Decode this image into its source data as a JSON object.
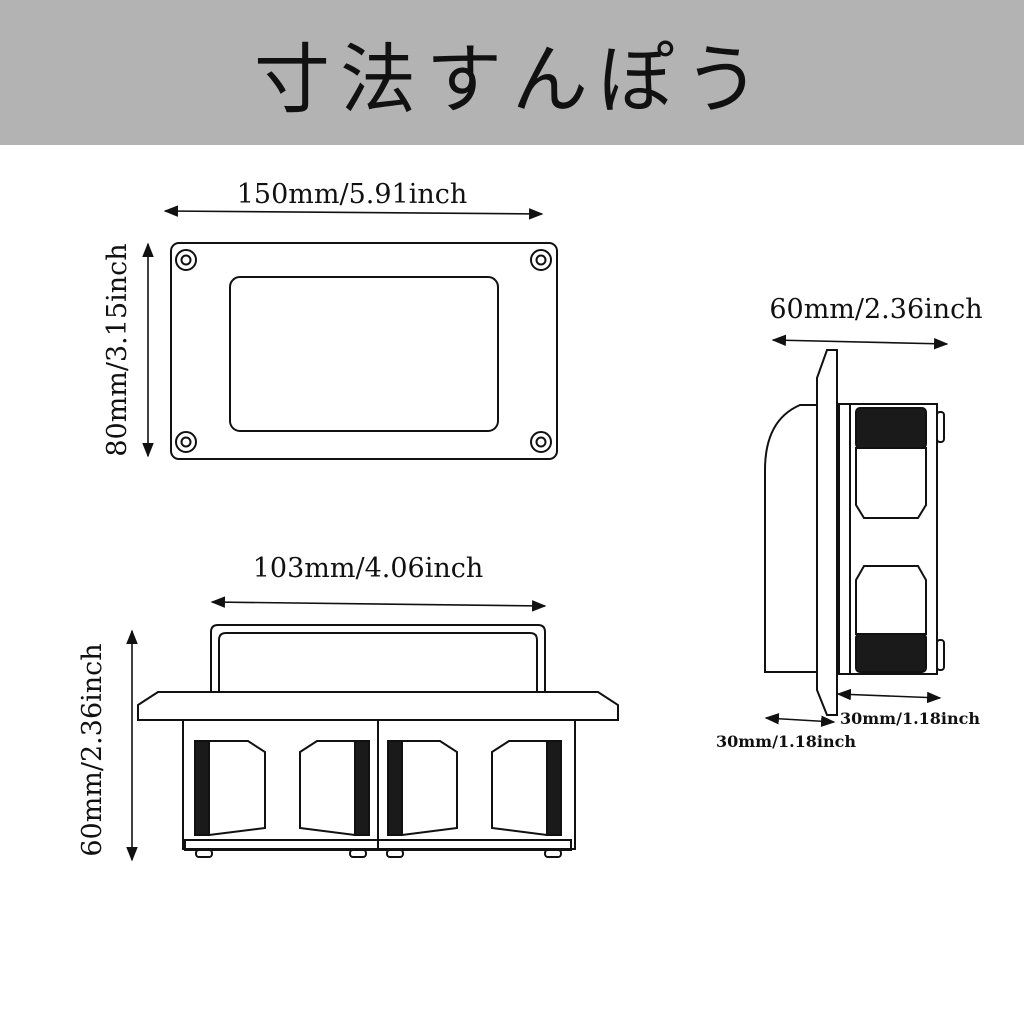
{
  "header": {
    "title": "寸法すんぽう"
  },
  "front_view": {
    "width_label": "150mm/5.91inch",
    "height_label": "80mm/3.15inch"
  },
  "bottom_view": {
    "width_label": "103mm/4.06inch",
    "height_label": "60mm/2.36inch"
  },
  "side_view": {
    "width_label": "60mm/2.36inch",
    "depth_back_label": "30mm/1.18inch",
    "depth_front_label": "30mm/1.18inch"
  }
}
